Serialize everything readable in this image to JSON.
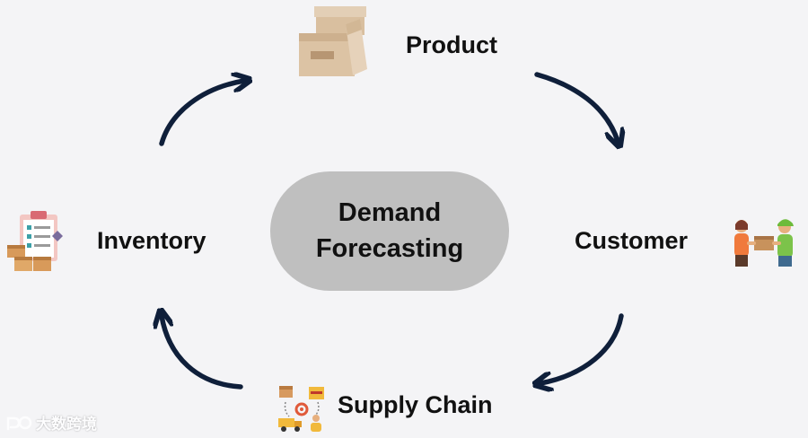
{
  "diagram": {
    "center": {
      "line1": "Demand",
      "line2": "Forecasting"
    },
    "nodes": {
      "product": "Product",
      "customer": "Customer",
      "supply_chain": "Supply Chain",
      "inventory": "Inventory"
    },
    "watermark": "大数跨境"
  },
  "colors": {
    "background": "#f4f4f6",
    "arrow": "#0f1f3a",
    "center_pill": "#bfbfbf",
    "text": "#111111"
  },
  "icons": {
    "product": "cardboard-boxes-icon",
    "customer": "package-handoff-people-icon",
    "supply_chain": "supply-chain-cycle-icon",
    "inventory": "clipboard-boxes-icon"
  }
}
